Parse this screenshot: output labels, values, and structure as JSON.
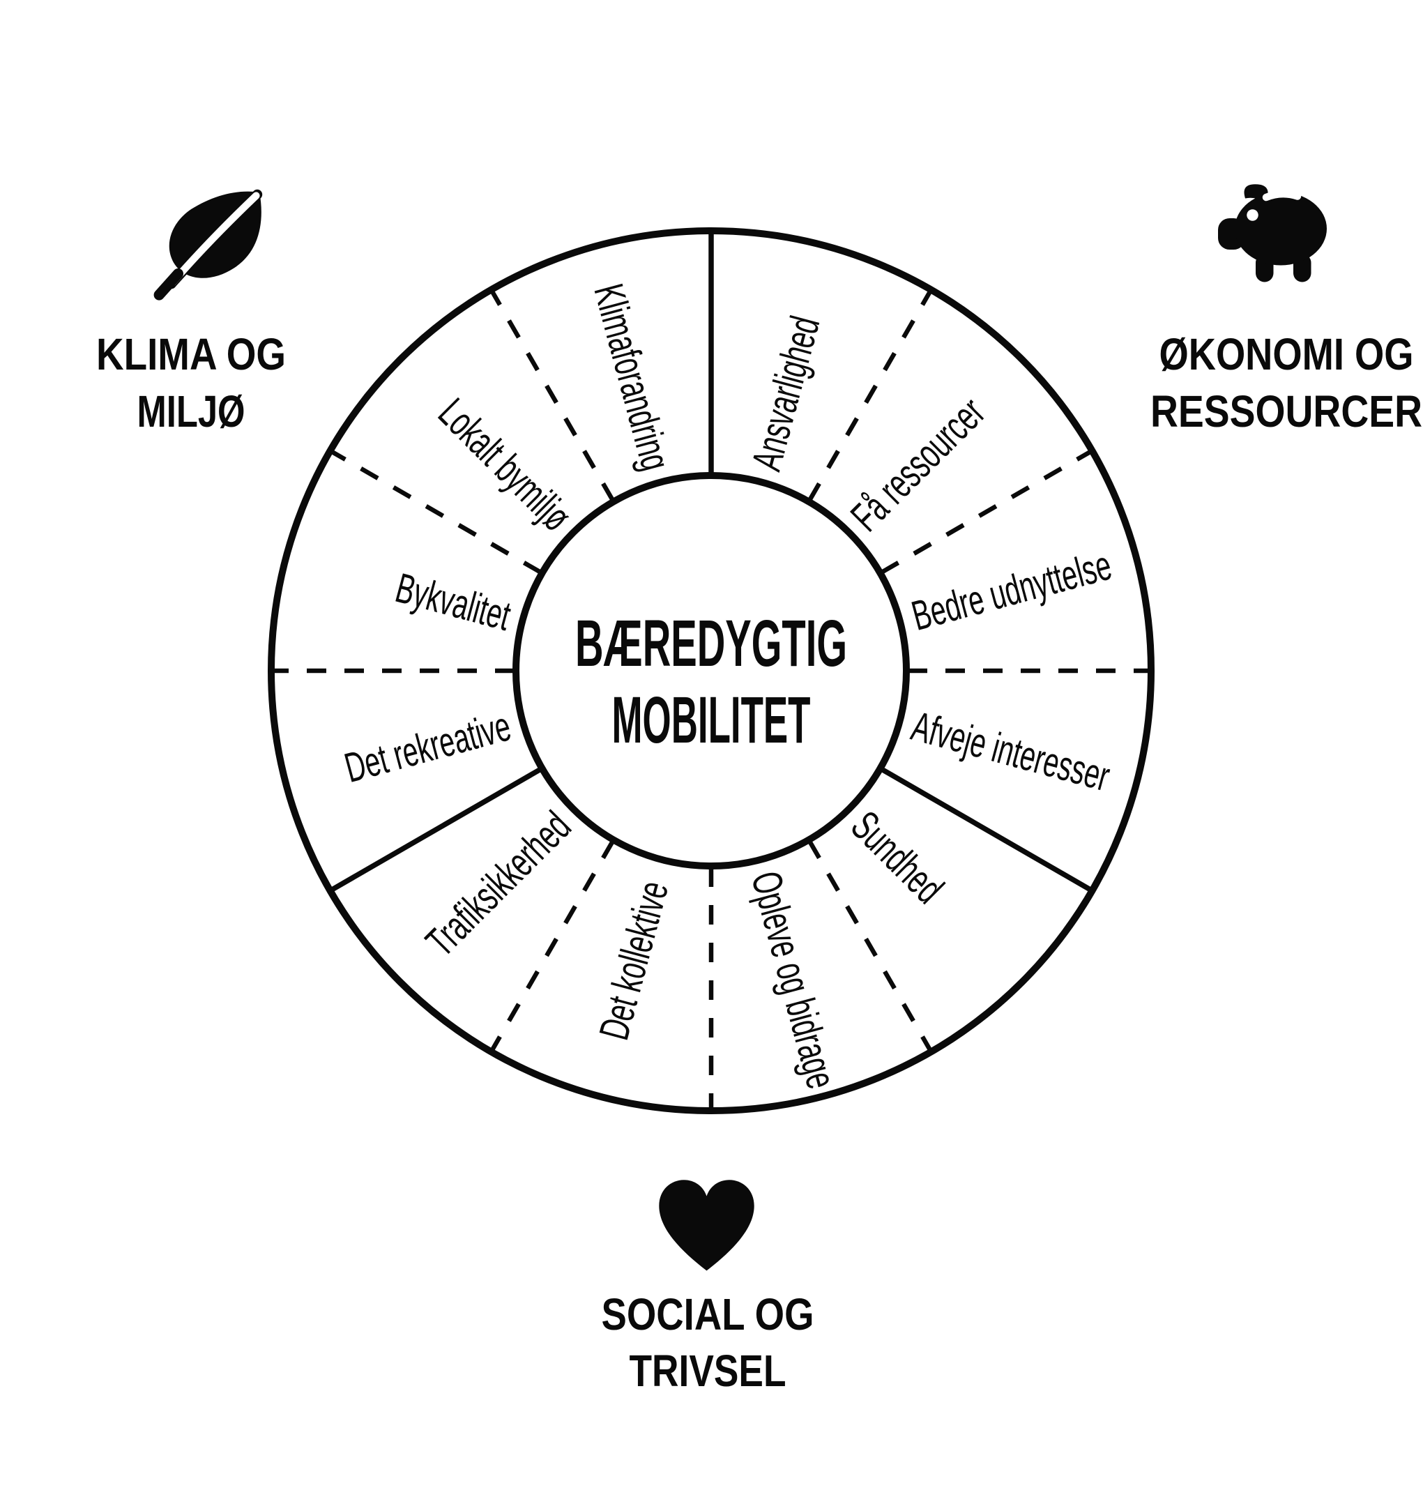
{
  "colors": {
    "ink": "#0a0a0a",
    "background": "#ffffff"
  },
  "wheel": {
    "center": {
      "line1": "BÆREDYGTIG",
      "line2": "MOBILITET"
    },
    "segments": [
      {
        "label": "Ansvarlighed",
        "theme": "okonomi-og-ressourcer"
      },
      {
        "label": "Få ressourcer",
        "theme": "okonomi-og-ressourcer"
      },
      {
        "label": "Bedre udnyttelse",
        "theme": "okonomi-og-ressourcer"
      },
      {
        "label": "Afveje interesser",
        "theme": "okonomi-og-ressourcer"
      },
      {
        "label": "Sundhed",
        "theme": "social-og-trivsel"
      },
      {
        "label": "Opleve og bidrage",
        "theme": "social-og-trivsel"
      },
      {
        "label": "Det kollektive",
        "theme": "social-og-trivsel"
      },
      {
        "label": "Trafiksikkerhed",
        "theme": "social-og-trivsel"
      },
      {
        "label": "Det rekreative",
        "theme": "klima-og-miljo"
      },
      {
        "label": "Bykvalitet",
        "theme": "klima-og-miljo"
      },
      {
        "label": "Lokalt bymiljø",
        "theme": "klima-og-miljo"
      },
      {
        "label": "Klimaforandring",
        "theme": "klima-og-miljo"
      }
    ]
  },
  "themes": {
    "klima": {
      "line1": "KLIMA OG",
      "line2": "MILJØ",
      "icon": "leaf-icon"
    },
    "okonomi": {
      "line1": "ØKONOMI OG",
      "line2": "RESSOURCER",
      "icon": "piggy-bank-icon"
    },
    "social": {
      "line1": "SOCIAL OG",
      "line2": "TRIVSEL",
      "icon": "heart-icon"
    }
  }
}
